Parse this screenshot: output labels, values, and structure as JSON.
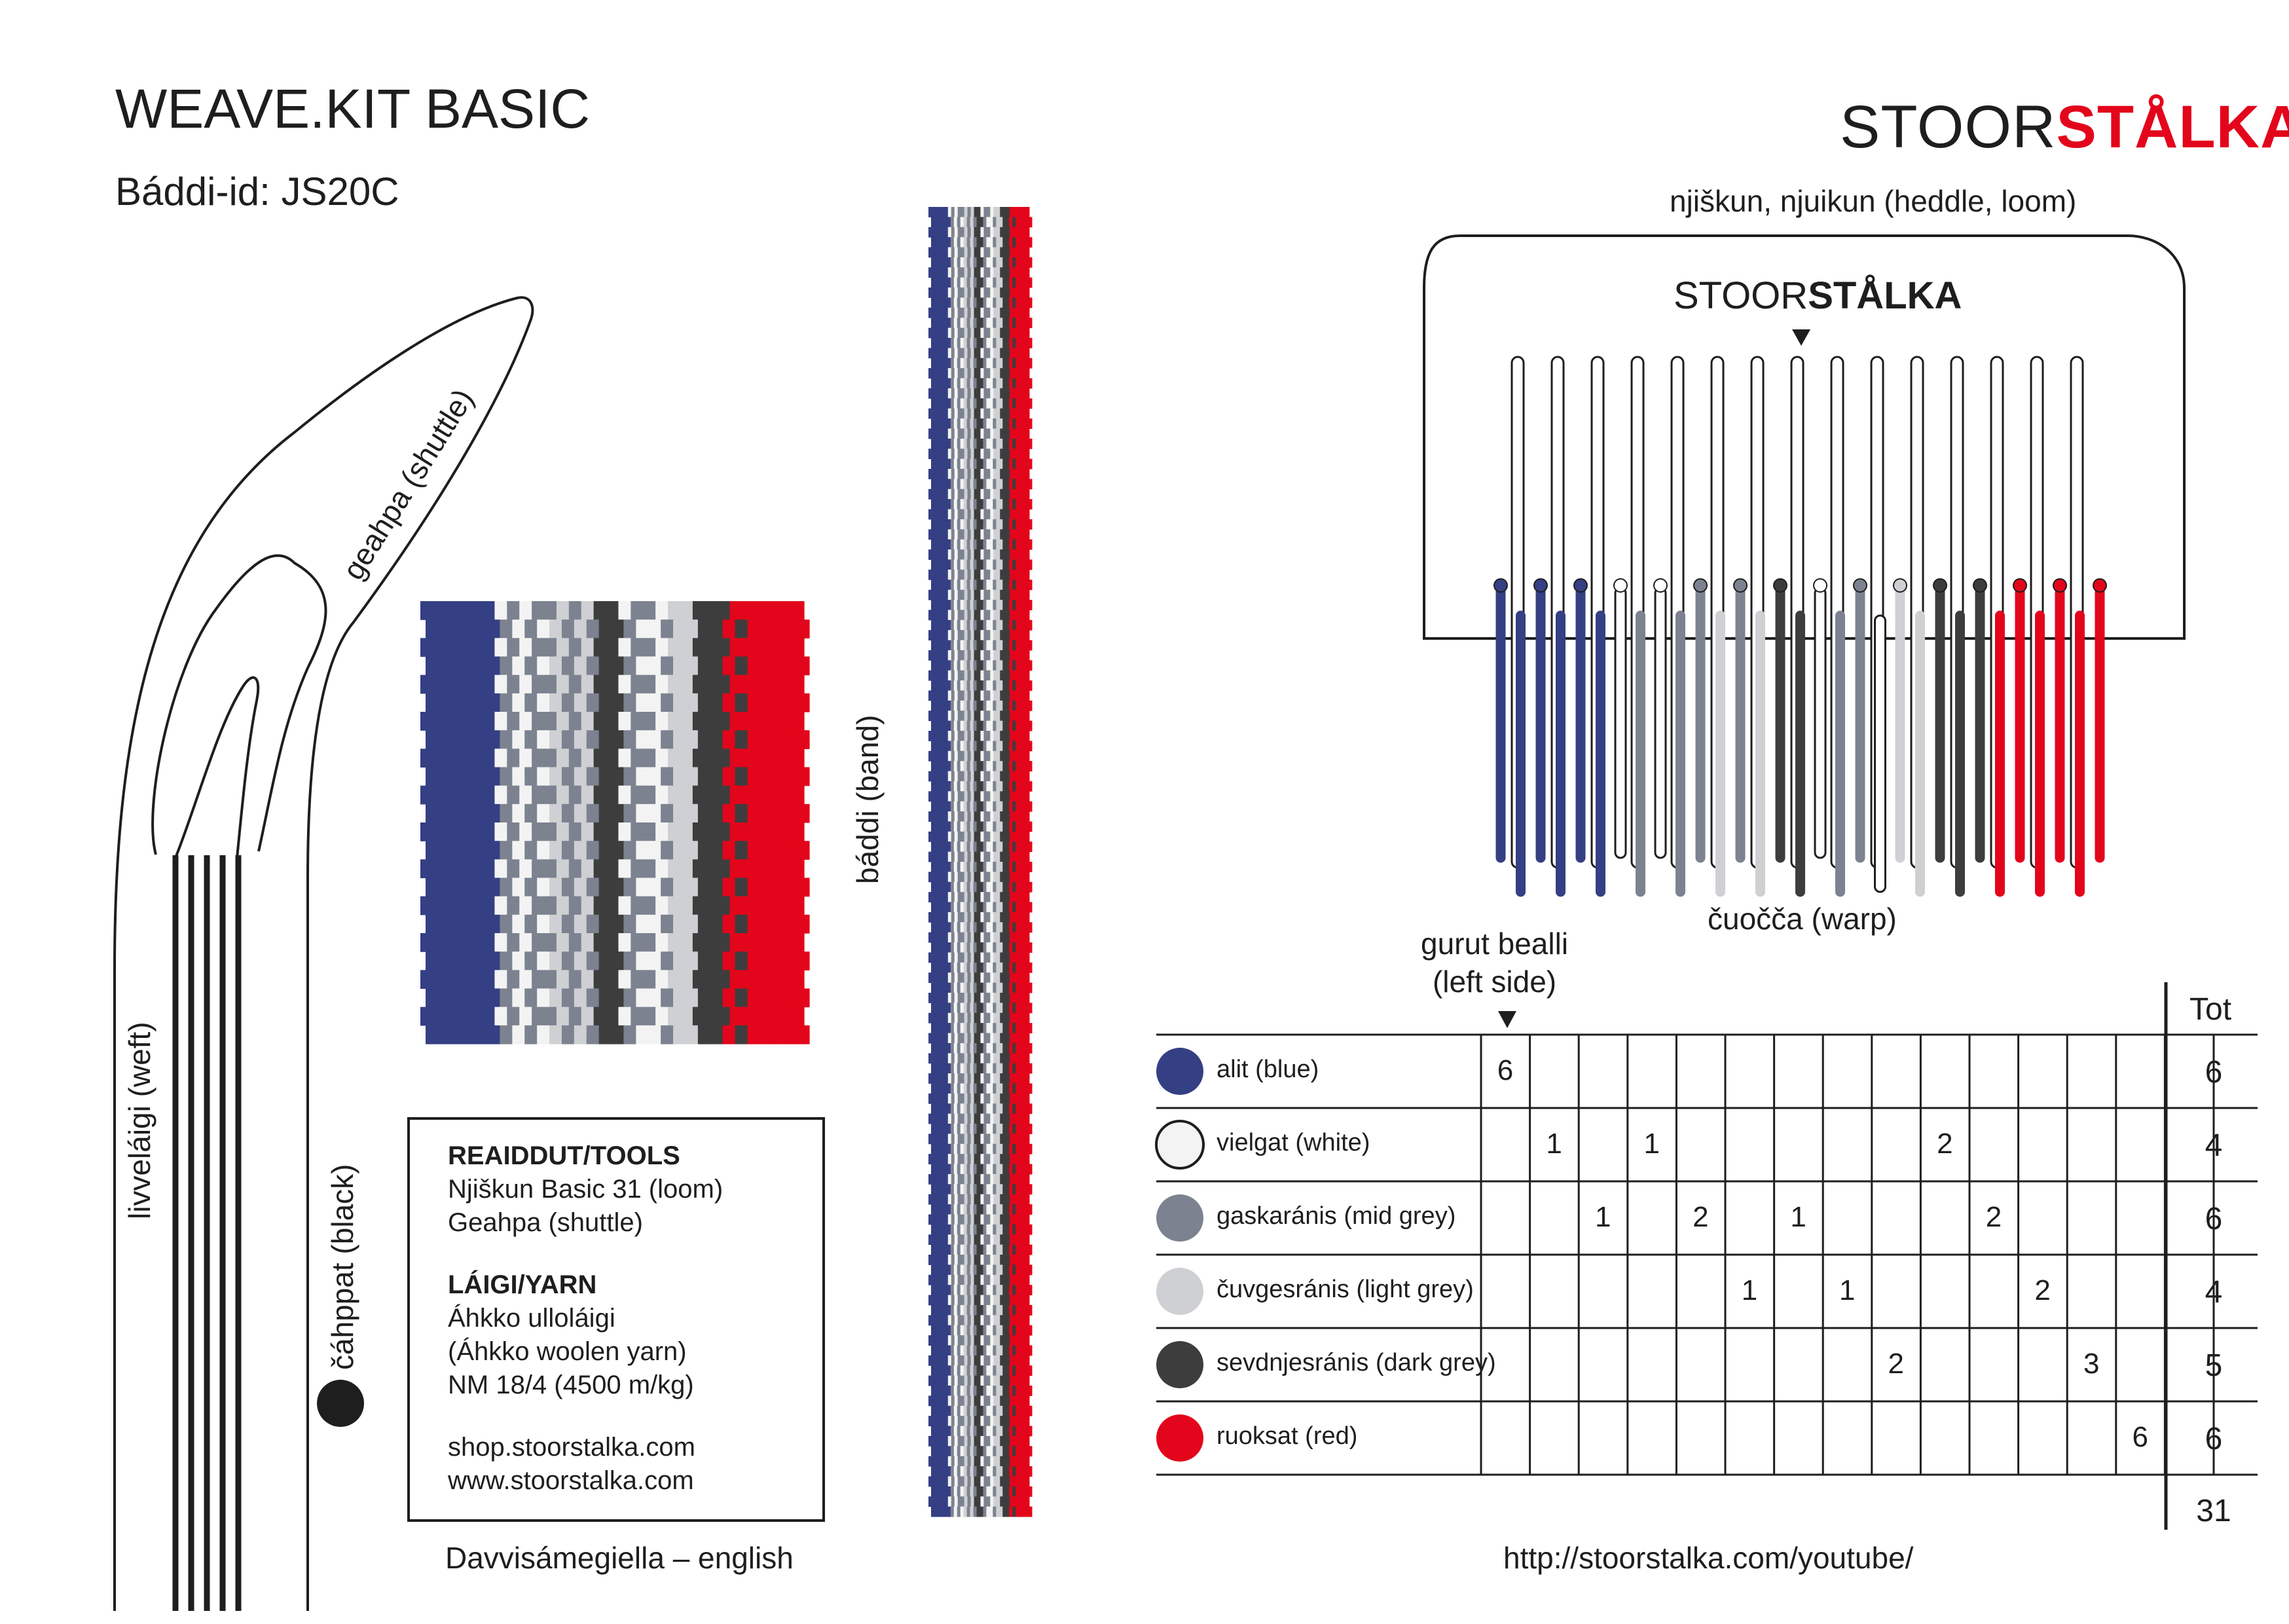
{
  "header": {
    "title": "WEAVE.KIT BASIC",
    "band_id": "Báddi-id: JS20C",
    "logo_light": "STOOR",
    "logo_bold": "STÅLKA"
  },
  "shuttle": {
    "shuttle_label": "geahpa (shuttle)",
    "weft_label": "livveláigi (weft)",
    "color_label": "čáhppat (black)"
  },
  "band": {
    "label": "báddi (band)"
  },
  "heddle": {
    "title": "njiškun, njuikun (heddle, loom)",
    "logo_light": "STOOR",
    "logo_bold": "STÅLKA",
    "warp_label": "čuočča (warp)",
    "left_side_line1": "gurut bealli",
    "left_side_line2": "(left side)"
  },
  "tools_box": {
    "tools_heading": "REAIDDUT/TOOLS",
    "tool1": "Njiškun Basic 31 (loom)",
    "tool2": "Geahpa (shuttle)",
    "yarn_heading": "LÁIGI/YARN",
    "yarn1": "Áhkko ulloláigi",
    "yarn2": "(Áhkko woolen yarn)",
    "yarn3": "NM 18/4 (4500 m/kg)",
    "link1": "shop.stoorstalka.com",
    "link2": "www.stoorstalka.com"
  },
  "footer": {
    "language": "Davvisámegiella – english",
    "youtube": "http://stoorstalka.com/youtube/"
  },
  "colors": {
    "blue": "#353f84",
    "white": "#f3f3f3",
    "mid_grey": "#7c828f",
    "light_grey": "#cfd0d3",
    "dark_grey": "#3d3d3d",
    "red": "#e3051b"
  },
  "threading_table": {
    "total_header": "Tot",
    "grand_total": "31",
    "rows": [
      {
        "label": "alit (blue)",
        "color": "#353f84",
        "cells": [
          "6",
          "",
          "",
          "",
          "",
          "",
          "",
          "",
          "",
          "",
          "",
          "",
          "",
          "",
          ""
        ],
        "total": "6"
      },
      {
        "label": "vielgat (white)",
        "color": "#f3f3f3",
        "cells": [
          "",
          "1",
          "",
          "1",
          "",
          "",
          "",
          "",
          "",
          "2",
          "",
          "",
          "",
          "",
          ""
        ],
        "total": "4"
      },
      {
        "label": "gaskaránis (mid grey)",
        "color": "#7c828f",
        "cells": [
          "",
          "",
          "1",
          "",
          "2",
          "",
          "1",
          "",
          "",
          "",
          "2",
          "",
          "",
          "",
          ""
        ],
        "total": "6"
      },
      {
        "label": "čuvgesránis (light grey)",
        "color": "#cfd0d3",
        "cells": [
          "",
          "",
          "",
          "",
          "",
          "1",
          "",
          "1",
          "",
          "",
          "",
          "2",
          "",
          "",
          ""
        ],
        "total": "4"
      },
      {
        "label": "sevdnjesránis (dark grey)",
        "color": "#3d3d3d",
        "cells": [
          "",
          "",
          "",
          "",
          "",
          "",
          "",
          "",
          "2",
          "",
          "",
          "",
          "3",
          "",
          ""
        ],
        "total": "5"
      },
      {
        "label": "ruoksat (red)",
        "color": "#e3051b",
        "cells": [
          "",
          "",
          "",
          "",
          "",
          "",
          "",
          "",
          "",
          "",
          "",
          "",
          "",
          "6",
          ""
        ],
        "total": "6"
      }
    ]
  },
  "warp_sequence": [
    "blue",
    "blue",
    "blue",
    "blue",
    "blue",
    "blue",
    "white",
    "mid_grey",
    "white",
    "mid_grey",
    "mid_grey",
    "light_grey",
    "mid_grey",
    "light_grey",
    "dark_grey",
    "dark_grey",
    "white",
    "mid_grey",
    "mid_grey",
    "white",
    "light_grey",
    "light_grey",
    "dark_grey",
    "dark_grey",
    "dark_grey",
    "red",
    "red",
    "red",
    "red",
    "red",
    "red"
  ]
}
